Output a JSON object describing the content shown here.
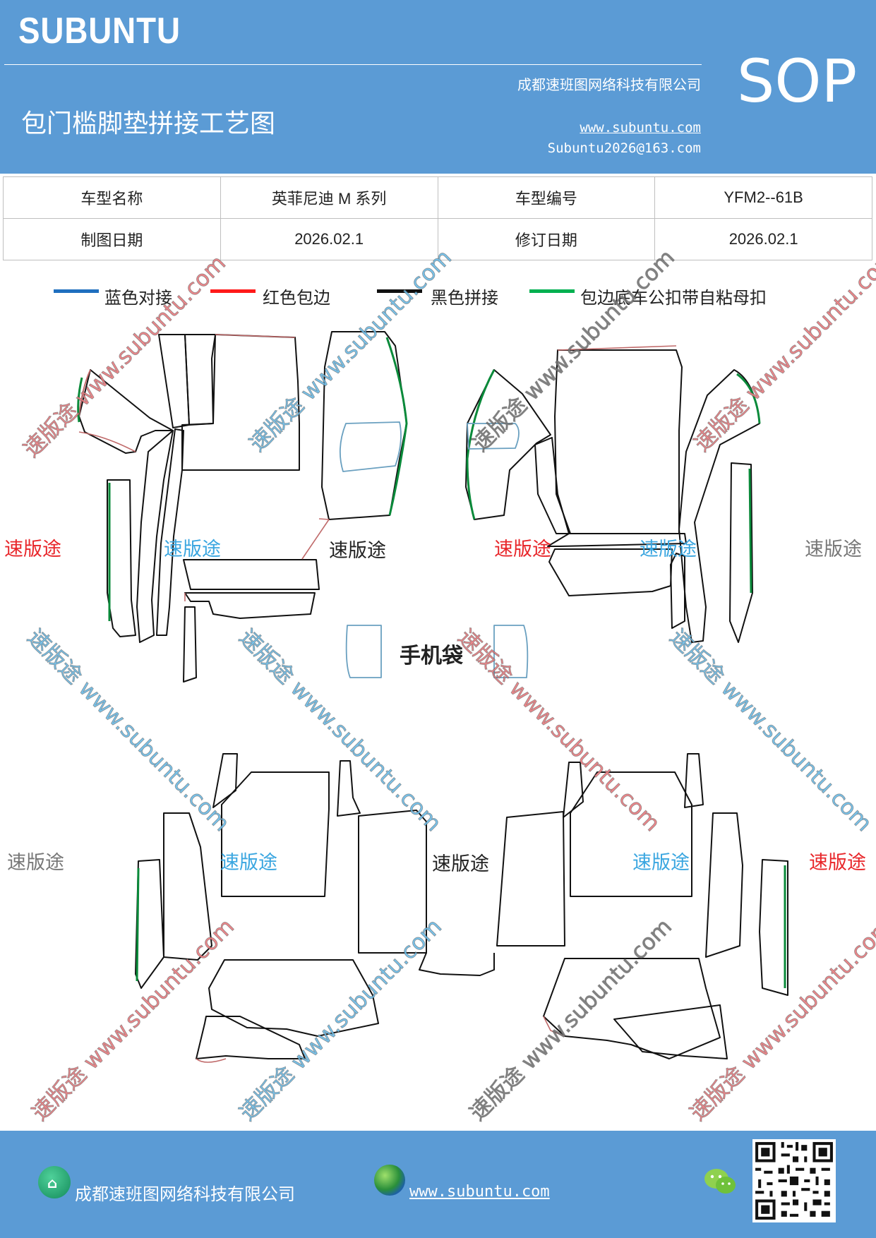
{
  "header": {
    "brand": "SUBUNTU",
    "sop": "SOP",
    "company": "成都速班图网络科技有限公司",
    "title": "包门槛脚垫拼接工艺图",
    "website": "www.subuntu.com",
    "email": "Subuntu2026@163.com"
  },
  "info_table": {
    "model_name_label": "车型名称",
    "model_name_value": "英菲尼迪 M 系列",
    "model_code_label": "车型编号",
    "model_code_value": "YFM2--61B",
    "draw_date_label": "制图日期",
    "draw_date_value": "2026.02.1",
    "revise_date_label": "修订日期",
    "revise_date_value": "2026.02.1"
  },
  "legend": [
    {
      "label": "蓝色对接",
      "color": "#1f6fbf"
    },
    {
      "label": "红色包边",
      "color": "#ff1a1a"
    },
    {
      "label": "黑色拼接",
      "color": "#111111"
    },
    {
      "label": "包边底车公扣带自粘母扣",
      "color": "#00b050"
    }
  ],
  "drawing": {
    "phone_pocket_label": "手机袋",
    "watermark_text": "速版途",
    "watermark_diag_text": "速版途 www.subuntu.com"
  },
  "footer": {
    "company": "成都速班图网络科技有限公司",
    "website": "www.subuntu.com "
  }
}
